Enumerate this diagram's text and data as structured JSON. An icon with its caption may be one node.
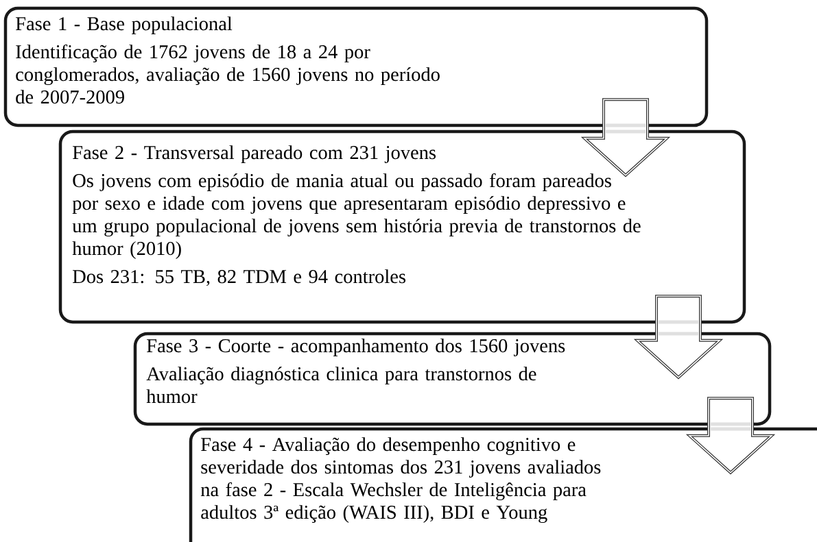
{
  "diagram": {
    "nodes": [
      {
        "text": [
          "Fase 1 - Base populacional",
          "Identificação de 1762 jovens de 18 a 24 por conglomerados, avaliação de 1560 jovens no período de 2007-2009"
        ]
      },
      {
        "text": [
          "Fase 2 - Transversal pareado com 231 jovens",
          "Os jovens com episódio de mania atual ou passado foram pareados por sexo e idade com jovens que apresentaram episódio depressivo e um grupo populacional de jovens sem história previa de transtornos de humor (2010)",
          "Dos 231: 55 TB, 82 TDM e 94 controles"
        ]
      },
      {
        "text": [
          "Fase 3 - Coorte - acompanhamento dos 1560 jovens",
          "Avaliação diagnóstica clinica para transtornos de humor"
        ]
      },
      {
        "text": [
          "Fase 4 - Avaliação do desempenho cognitivo e severidade dos sintomas dos 231 jovens avaliados na fase 2 - Escala Wechsler de Inteligência para adultos 3ª edição (WAIS III), BDI e Young"
        ]
      }
    ],
    "edges": [
      {
        "from": 0,
        "to": 1,
        "arrow": "to"
      },
      {
        "from": 1,
        "to": 2,
        "arrow": "to"
      },
      {
        "from": 2,
        "to": 3,
        "arrow": "to"
      }
    ]
  }
}
